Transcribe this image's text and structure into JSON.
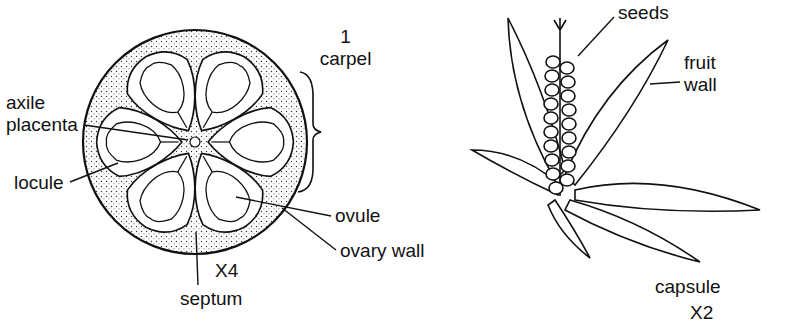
{
  "diagram": {
    "labels": [
      "axile placenta",
      "locule",
      "1 carpel",
      "ovule",
      "ovary wall",
      "X4",
      "septum",
      "seeds",
      "fruit wall",
      "capsule",
      "X2"
    ]
  }
}
